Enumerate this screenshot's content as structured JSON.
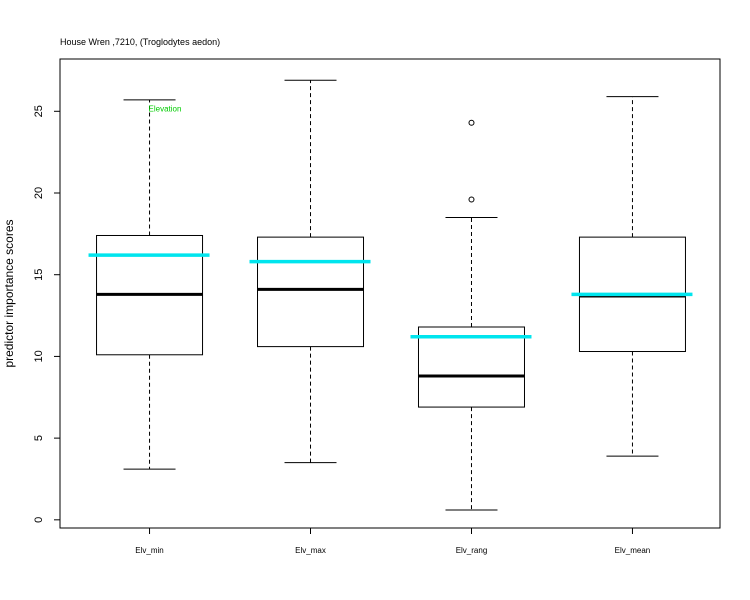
{
  "chart_data": {
    "type": "box",
    "title": "House Wren ,7210, (Troglodytes aedon)",
    "ylabel": "predictor importance scores",
    "xlabel": "",
    "ylim": [
      -0.5,
      28.2
    ],
    "yticks": [
      0,
      5,
      10,
      15,
      20,
      25
    ],
    "categories": [
      "Elv_min",
      "Elv_max",
      "Elv_rang",
      "Elv_mean"
    ],
    "boxes": [
      {
        "category": "Elv_min",
        "whisker_low": 3.1,
        "q1": 10.1,
        "median": 13.8,
        "q3": 17.4,
        "whisker_high": 25.7,
        "outliers": [],
        "mean": 16.2
      },
      {
        "category": "Elv_max",
        "whisker_low": 3.5,
        "q1": 10.6,
        "median": 14.1,
        "q3": 17.3,
        "whisker_high": 26.9,
        "outliers": [],
        "mean": 15.8
      },
      {
        "category": "Elv_rang",
        "whisker_low": 0.6,
        "q1": 6.9,
        "median": 8.8,
        "q3": 11.8,
        "whisker_high": 18.5,
        "outliers": [
          19.6,
          24.3
        ],
        "mean": 11.2
      },
      {
        "category": "Elv_mean",
        "whisker_low": 3.9,
        "q1": 10.3,
        "median": 13.7,
        "q3": 17.3,
        "whisker_high": 25.9,
        "outliers": [],
        "mean": 13.8
      }
    ],
    "annotation": {
      "text": "Elevation",
      "color": "#00cc00",
      "category_index": 0,
      "y": 25.0
    },
    "colors": {
      "box": "#000000",
      "median": "#000000",
      "mean_line": "#00e5ee"
    },
    "grid": false,
    "legend": "none"
  }
}
